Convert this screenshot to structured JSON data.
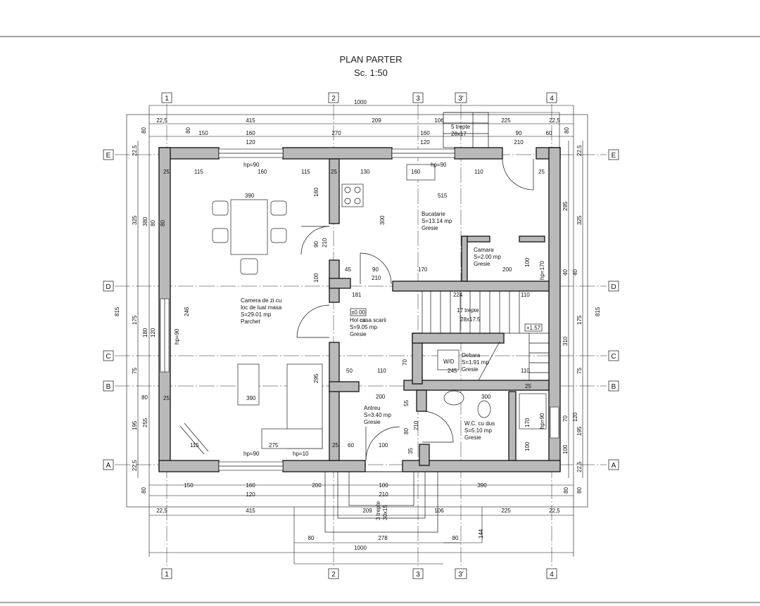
{
  "title": {
    "line1": "PLAN PARTER",
    "line2": "Sc. 1:50"
  },
  "grid_labels": {
    "cols": [
      "1",
      "2",
      "3",
      "3'",
      "4"
    ],
    "rows": [
      "E",
      "D",
      "C",
      "B",
      "A"
    ]
  },
  "rooms": {
    "living": [
      "Camera de zi cu",
      "loc de luat masa",
      "S=29.01 mp",
      "Parchet"
    ],
    "kitchen": [
      "Bucatarie",
      "S=13.14 mp",
      "Gresie"
    ],
    "pantry": [
      "Camara",
      "S=2.00 mp",
      "Gresie"
    ],
    "hall": [
      "Hol cu",
      "casa scarii",
      "S=9.05 mp",
      "Gresie"
    ],
    "storage": [
      "Debara",
      "S=1.91 mp",
      "Gresie"
    ],
    "entry": [
      "Antreu",
      "S=3.40 mp",
      "Gresie"
    ],
    "wc": [
      "W.C. cu dus",
      "S=5.10 mp",
      "Gresie"
    ]
  },
  "annotations": {
    "stairs": [
      "17 trepte",
      "28x17.5"
    ],
    "level_zero": "±0.00",
    "level_up": "+1.57",
    "wd": "W/D",
    "outside_steps_top": [
      "5 trepte",
      "28x17"
    ],
    "outside_steps_bottom": [
      "3 trepte",
      "30x15"
    ],
    "sill_hp90": "hp=90",
    "sill_hp10": "hp=10",
    "sill_hp170": "hp=170"
  },
  "dims_top": {
    "overall": "1000",
    "row1": [
      "22,5",
      "415",
      "209",
      "106",
      "225",
      "22,5"
    ],
    "row2": [
      "150",
      "160",
      "270",
      "160",
      "90",
      "60"
    ],
    "row2b": [
      "120",
      "120",
      "210"
    ],
    "heights": [
      "80",
      "80"
    ]
  },
  "dims_bottom": {
    "overall": "1000",
    "row1": [
      "150",
      "160",
      "200",
      "100",
      "390"
    ],
    "row1b": [
      "120",
      "210"
    ],
    "row2": [
      "22,5",
      "415",
      "209",
      "106",
      "225",
      "22,5"
    ],
    "row3": [
      "80",
      "278",
      "80"
    ],
    "side": [
      "144",
      "80",
      "80"
    ]
  },
  "dims_left": [
    "22,5",
    "325",
    "380",
    "815",
    "175",
    "180",
    "120",
    "75",
    "80",
    "195",
    "255",
    "22,5",
    "80",
    "80"
  ],
  "dims_right": [
    "22,5",
    "295",
    "325",
    "40",
    "40",
    "815",
    "175",
    "310",
    "75",
    "70",
    "120",
    "195",
    "100",
    "22,5",
    "80",
    "80"
  ],
  "dims_interior": [
    "115",
    "160",
    "115",
    "130",
    "160",
    "110",
    "390",
    "515",
    "160",
    "300",
    "210",
    "90",
    "100",
    "45",
    "90",
    "210",
    "170",
    "200",
    "181",
    "224",
    "110",
    "50",
    "110",
    "245",
    "70",
    "55",
    "200",
    "80",
    "210",
    "300",
    "100",
    "170",
    "275",
    "115",
    "25",
    "60",
    "100",
    "35",
    "25",
    "25",
    "25",
    "25",
    "25",
    "246",
    "295",
    "390",
    "110",
    "100"
  ]
}
